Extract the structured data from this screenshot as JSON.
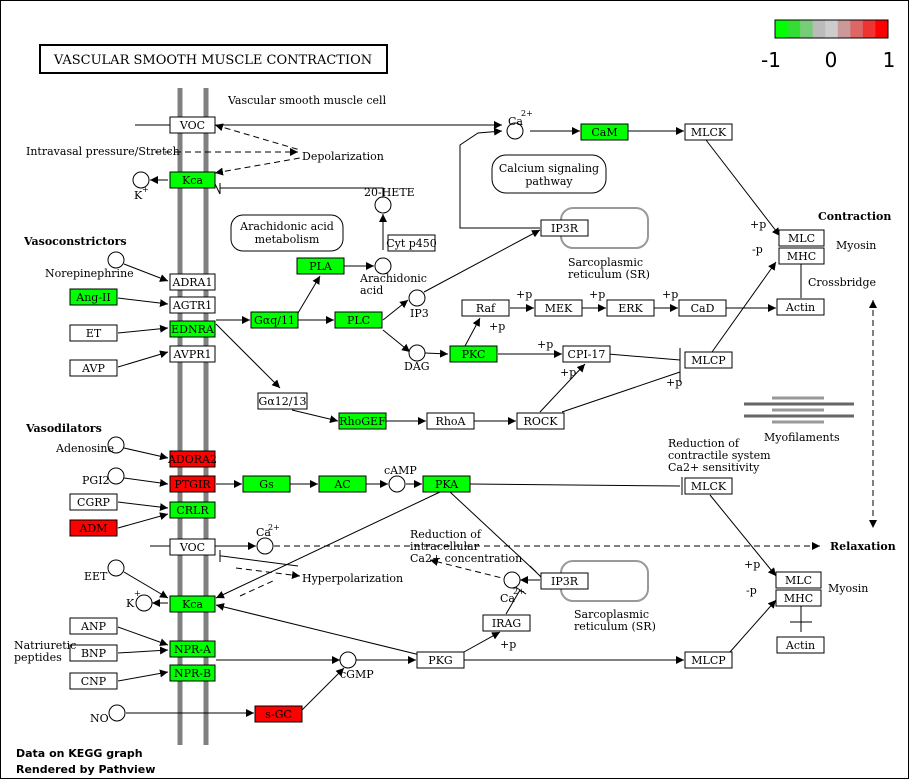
{
  "title": "VASCULAR SMOOTH MUSCLE CONTRACTION",
  "legend": {
    "colors": [
      "#00ff00",
      "#33dd33",
      "#77cc77",
      "#bbbbbb",
      "#cccccc",
      "#cc9999",
      "#dd6666",
      "#ee3333",
      "#ff0000"
    ],
    "min": "-1",
    "mid": "0",
    "max": "1"
  },
  "colors": {
    "up": "#ff0000",
    "down": "#00ff00",
    "neutral": "#ffffff"
  },
  "footer": {
    "line1": "Data on KEGG graph",
    "line2": "Rendered by Pathview"
  },
  "headers": {
    "vasoconstrictors": "Vasoconstrictors",
    "vasodilators": "Vasodilators",
    "contraction": "Contraction",
    "relaxation": "Relaxation"
  },
  "nodes": {
    "voc1": "VOC",
    "kca1": "Kca",
    "adra1": "ADRA1",
    "agtr1": "AGTR1",
    "ednra": "EDNRA",
    "avpr1": "AVPR1",
    "angii": "Ang-II",
    "et": "ET",
    "avp": "AVP",
    "adora2": "ADORA2",
    "ptgir": "PTGIR",
    "crlr": "CRLR",
    "cgrp": "CGRP",
    "adm": "ADM",
    "voc2": "VOC",
    "kca2": "Kca",
    "npra": "NPR-A",
    "nprb": "NPR-B",
    "anp": "ANP",
    "bnp": "BNP",
    "cnp": "CNP",
    "sgc": "s-GC",
    "cam": "CaM",
    "mlck1": "MLCK",
    "ip3r1": "IP3R",
    "pla": "PLA",
    "cyp450": "Cyt p450",
    "gaq11": "Gαq/11",
    "plc": "PLC",
    "pkc": "PKC",
    "raf": "Raf",
    "mek": "MEK",
    "erk": "ERK",
    "cad": "CaD",
    "cpi17": "CPI-17",
    "mlcp1": "MLCP",
    "ga1213": "Gα12/13",
    "rhogef": "RhoGEF",
    "rhoa": "RhoA",
    "rock": "ROCK",
    "mlc1": "MLC",
    "mhc1": "MHC",
    "actin1": "Actin",
    "gs": "Gs",
    "ac": "AC",
    "pka": "PKA",
    "mlck2": "MLCK",
    "ip3r2": "IP3R",
    "irag": "IRAG",
    "pkg": "PKG",
    "mlcp2": "MLCP",
    "mlc2": "MLC",
    "mhc2": "MHC",
    "actin2": "Actin"
  },
  "labels": {
    "vsm_cell": "Vascular smooth muscle cell",
    "intravasal": "Intravasal pressure/Stretch",
    "depolarization": "Depolarization",
    "k1": "K",
    "k2": "K",
    "plus": "+",
    "hete": "20-HETE",
    "arachidonic_metab_1": "Arachidonic acid",
    "arachidonic_metab_2": "metabolism",
    "arachidonic_acid_1": "Arachidonic",
    "arachidonic_acid_2": "acid",
    "norepinephrine": "Norepinephrine",
    "ca_top": "Ca",
    "ca_sup": "2+",
    "calcium_path_1": "Calcium signaling",
    "calcium_path_2": "pathway",
    "sr1_1": "Sarcoplasmic",
    "sr1_2": "reticulum (SR)",
    "sr2_1": "Sarcoplasmic",
    "sr2_2": "reticulum (SR)",
    "ip3": "IP3",
    "dag": "DAG",
    "myosin1": "Myosin",
    "myosin2": "Myosin",
    "crossbridge": "Crossbridge",
    "myofilaments": "Myofilaments",
    "adenosine": "Adenosine",
    "pgi2": "PGI2",
    "camp": "cAMP",
    "cgmp": "cGMP",
    "eet": "EET",
    "no": "NO",
    "hyperpolarization": "Hyperpolarization",
    "natriuretic_1": "Natriuretic",
    "natriuretic_2": "peptides",
    "reduction_sens_1": "Reduction of",
    "reduction_sens_2": "contractile system",
    "reduction_sens_3": "Ca2+ sensitivity",
    "reduction_ca_1": "Reduction of",
    "reduction_ca_2": "intracellular",
    "reduction_ca_3": "Ca2+ concentration",
    "ca2": "Ca",
    "ca3": "Ca",
    "sup2": "2+",
    "p": "+p",
    "mp": "-p"
  }
}
